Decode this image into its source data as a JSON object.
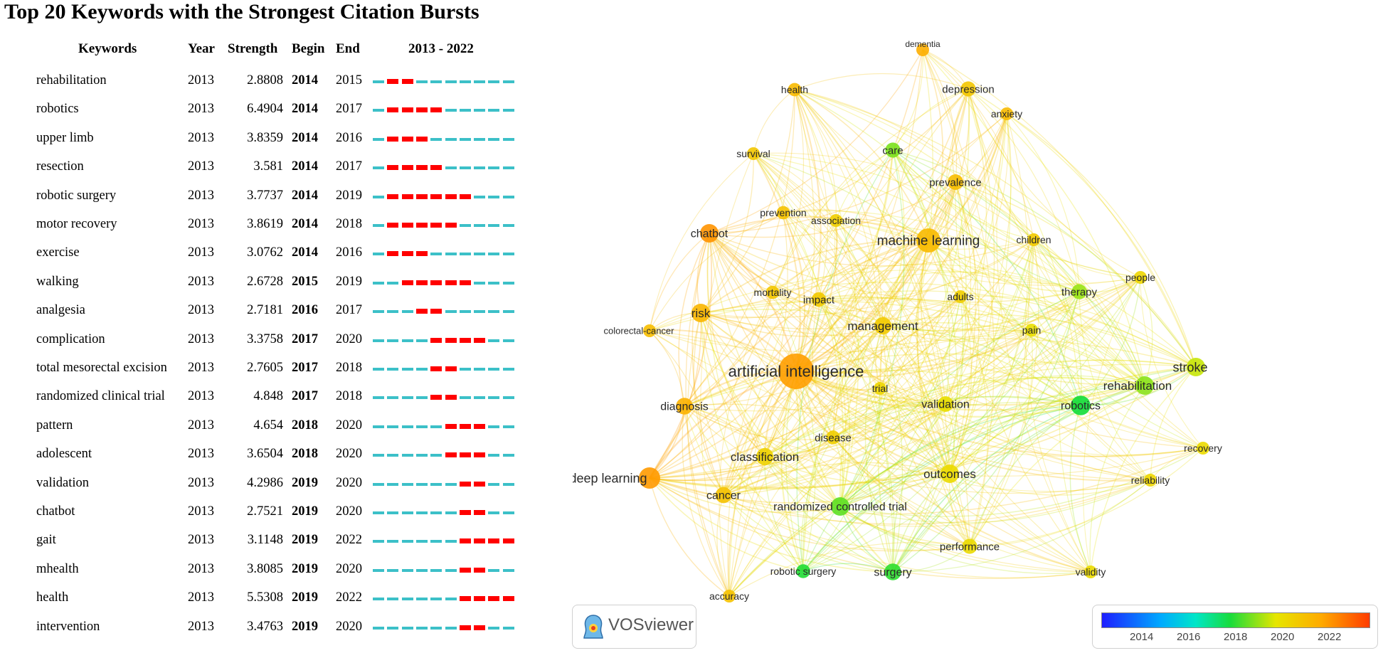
{
  "title": "Top 20 Keywords with the Strongest Citation Bursts",
  "table": {
    "headers": {
      "keywords": "Keywords",
      "year": "Year",
      "strength": "Strength",
      "begin": "Begin",
      "end": "End",
      "range": "2013 - 2022"
    },
    "range_start": 2013,
    "range_end": 2022,
    "rows": [
      {
        "keyword": "rehabilitation",
        "year": "2013",
        "strength": "2.8808",
        "begin": "2014",
        "end": "2015"
      },
      {
        "keyword": "robotics",
        "year": "2013",
        "strength": "6.4904",
        "begin": "2014",
        "end": "2017"
      },
      {
        "keyword": "upper limb",
        "year": "2013",
        "strength": "3.8359",
        "begin": "2014",
        "end": "2016"
      },
      {
        "keyword": "resection",
        "year": "2013",
        "strength": "3.581",
        "begin": "2014",
        "end": "2017"
      },
      {
        "keyword": "robotic surgery",
        "year": "2013",
        "strength": "3.7737",
        "begin": "2014",
        "end": "2019"
      },
      {
        "keyword": "motor recovery",
        "year": "2013",
        "strength": "3.8619",
        "begin": "2014",
        "end": "2018"
      },
      {
        "keyword": "exercise",
        "year": "2013",
        "strength": "3.0762",
        "begin": "2014",
        "end": "2016"
      },
      {
        "keyword": "walking",
        "year": "2013",
        "strength": "2.6728",
        "begin": "2015",
        "end": "2019"
      },
      {
        "keyword": "analgesia",
        "year": "2013",
        "strength": "2.7181",
        "begin": "2016",
        "end": "2017"
      },
      {
        "keyword": "complication",
        "year": "2013",
        "strength": "3.3758",
        "begin": "2017",
        "end": "2020"
      },
      {
        "keyword": "total mesorectal excision",
        "year": "2013",
        "strength": "2.7605",
        "begin": "2017",
        "end": "2018"
      },
      {
        "keyword": "randomized clinical trial",
        "year": "2013",
        "strength": "4.848",
        "begin": "2017",
        "end": "2018"
      },
      {
        "keyword": "pattern",
        "year": "2013",
        "strength": "4.654",
        "begin": "2018",
        "end": "2020"
      },
      {
        "keyword": "adolescent",
        "year": "2013",
        "strength": "3.6504",
        "begin": "2018",
        "end": "2020"
      },
      {
        "keyword": "validation",
        "year": "2013",
        "strength": "4.2986",
        "begin": "2019",
        "end": "2020"
      },
      {
        "keyword": "chatbot",
        "year": "2013",
        "strength": "2.7521",
        "begin": "2019",
        "end": "2020"
      },
      {
        "keyword": "gait",
        "year": "2013",
        "strength": "3.1148",
        "begin": "2019",
        "end": "2022"
      },
      {
        "keyword": "mhealth",
        "year": "2013",
        "strength": "3.8085",
        "begin": "2019",
        "end": "2020"
      },
      {
        "keyword": "health",
        "year": "2013",
        "strength": "5.5308",
        "begin": "2019",
        "end": "2022"
      },
      {
        "keyword": "intervention",
        "year": "2013",
        "strength": "3.4763",
        "begin": "2019",
        "end": "2020"
      }
    ],
    "colors": {
      "burst": "#ff0000",
      "base": "#3cc0c8"
    }
  },
  "network": {
    "nodes": [
      {
        "label": "artificial intelligence",
        "year": 2021.2,
        "weight": 5
      },
      {
        "label": "machine learning",
        "year": 2020.6,
        "weight": 3
      },
      {
        "label": "deep learning",
        "year": 2021.3,
        "weight": 2.5
      },
      {
        "label": "chatbot",
        "year": 2021.4,
        "weight": 2
      },
      {
        "label": "robotics",
        "year": 2018.1,
        "weight": 2.2
      },
      {
        "label": "stroke",
        "year": 2019.3,
        "weight": 2
      },
      {
        "label": "rehabilitation",
        "year": 2018.9,
        "weight": 2
      },
      {
        "label": "risk",
        "year": 2020.7,
        "weight": 2
      },
      {
        "label": "management",
        "year": 2020.2,
        "weight": 1.8
      },
      {
        "label": "classification",
        "year": 2020.0,
        "weight": 1.8
      },
      {
        "label": "outcomes",
        "year": 2019.8,
        "weight": 2
      },
      {
        "label": "randomized controlled trial",
        "year": 2018.6,
        "weight": 2
      },
      {
        "label": "diagnosis",
        "year": 2020.8,
        "weight": 1.7
      },
      {
        "label": "cancer",
        "year": 2020.4,
        "weight": 1.6
      },
      {
        "label": "validation",
        "year": 2019.7,
        "weight": 1.5
      },
      {
        "label": "surgery",
        "year": 2018.3,
        "weight": 1.7
      },
      {
        "label": "performance",
        "year": 2019.8,
        "weight": 1.4
      },
      {
        "label": "depression",
        "year": 2020.3,
        "weight": 1.4
      },
      {
        "label": "prevalence",
        "year": 2020.5,
        "weight": 1.5
      },
      {
        "label": "care",
        "year": 2018.8,
        "weight": 1.4
      },
      {
        "label": "therapy",
        "year": 2019.0,
        "weight": 1.4
      },
      {
        "label": "impact",
        "year": 2020.2,
        "weight": 1.3
      },
      {
        "label": "disease",
        "year": 2020.1,
        "weight": 1.2
      },
      {
        "label": "robotic surgery",
        "year": 2018.2,
        "weight": 1.2
      },
      {
        "label": "mortality",
        "year": 2020.3,
        "weight": 1.1
      },
      {
        "label": "prevention",
        "year": 2020.4,
        "weight": 1.1
      },
      {
        "label": "association",
        "year": 2020.1,
        "weight": 1.0
      },
      {
        "label": "children",
        "year": 2020.2,
        "weight": 1.0
      },
      {
        "label": "adults",
        "year": 2020.1,
        "weight": 1.0
      },
      {
        "label": "pain",
        "year": 2019.7,
        "weight": 1.0
      },
      {
        "label": "trial",
        "year": 2019.9,
        "weight": 1.0
      },
      {
        "label": "health",
        "year": 2020.6,
        "weight": 1.1
      },
      {
        "label": "survival",
        "year": 2020.3,
        "weight": 1.0
      },
      {
        "label": "anxiety",
        "year": 2020.6,
        "weight": 1.0
      },
      {
        "label": "dementia",
        "year": 2020.9,
        "weight": 1.0
      },
      {
        "label": "colorectal-cancer",
        "year": 2020.5,
        "weight": 1.0
      },
      {
        "label": "people",
        "year": 2019.9,
        "weight": 1.0
      },
      {
        "label": "recovery",
        "year": 2019.8,
        "weight": 1.0
      },
      {
        "label": "reliability",
        "year": 2019.9,
        "weight": 1.0
      },
      {
        "label": "validity",
        "year": 2019.8,
        "weight": 1.0
      },
      {
        "label": "accuracy",
        "year": 2020.4,
        "weight": 1.0
      }
    ],
    "legend": {
      "ticks": [
        "2014",
        "2016",
        "2018",
        "2020",
        "2022"
      ]
    },
    "badge": "VOSviewer"
  }
}
